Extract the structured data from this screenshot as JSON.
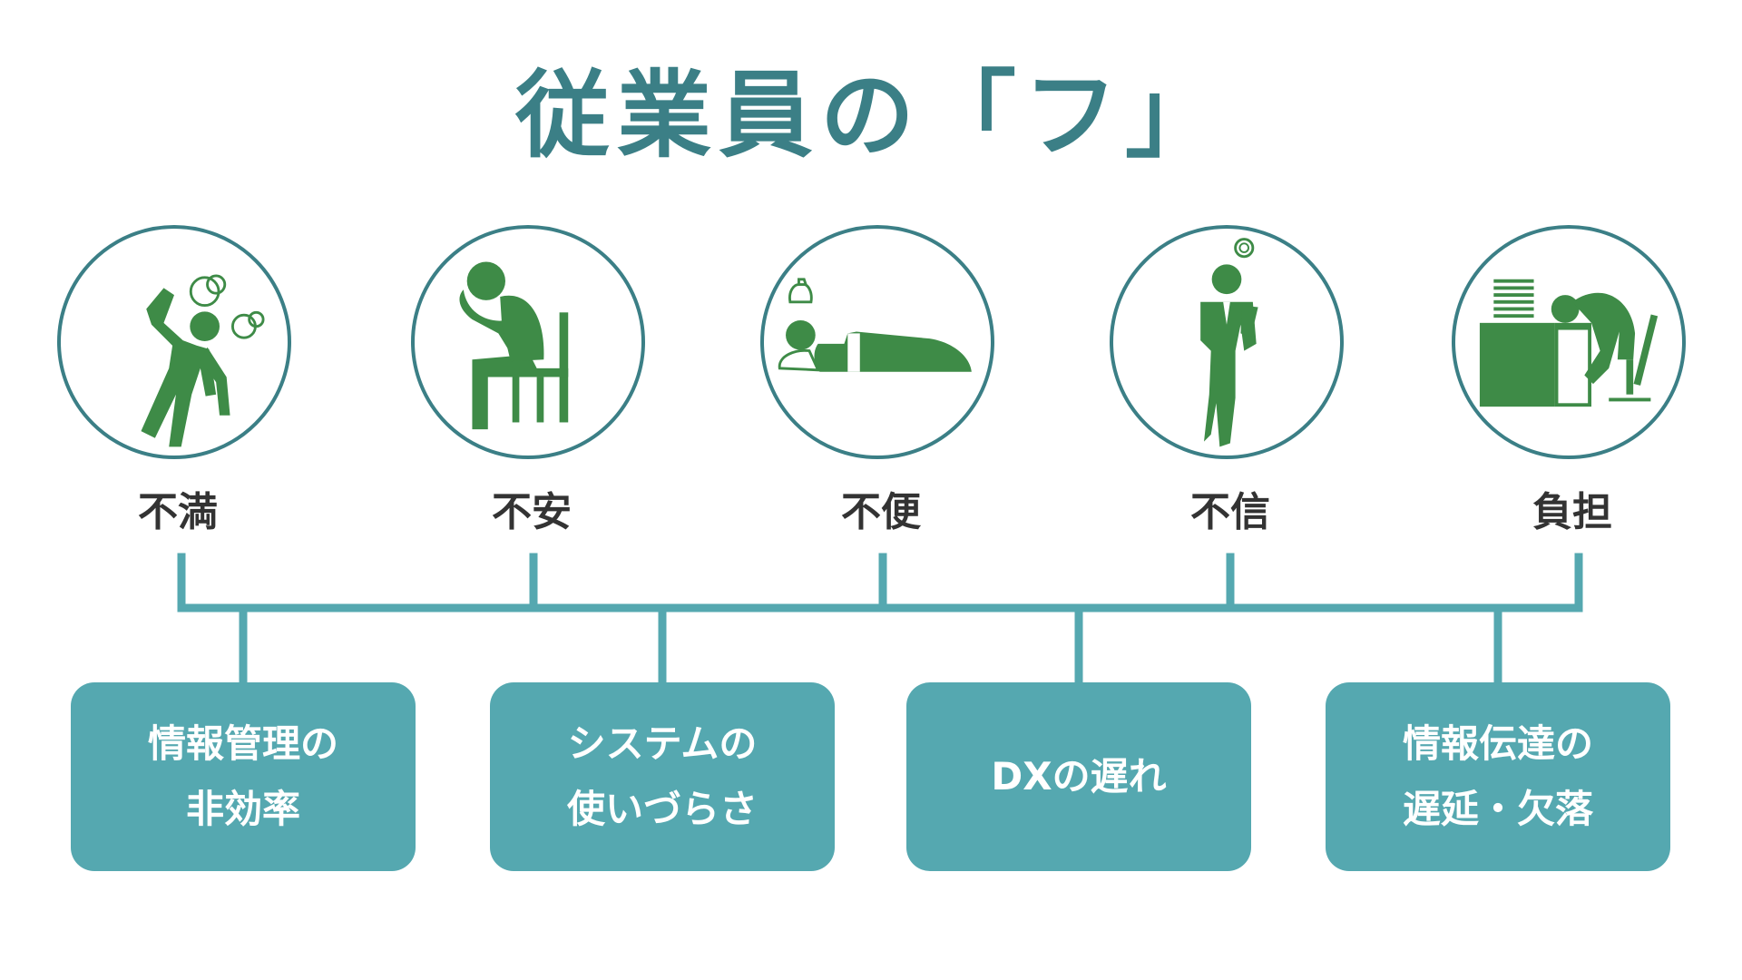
{
  "title": "従業員の「フ」",
  "colors": {
    "accent": "#3b7f86",
    "figure": "#3e8b47",
    "box": "#55a8b0",
    "text": "#333333"
  },
  "categories": [
    {
      "icon": "angry-person-icon",
      "label": "不満"
    },
    {
      "icon": "worried-person-icon",
      "label": "不安"
    },
    {
      "icon": "collapsed-person-icon",
      "label": "不便"
    },
    {
      "icon": "confused-person-icon",
      "label": "不信"
    },
    {
      "icon": "exhausted-worker-icon",
      "label": "負担"
    }
  ],
  "causes": [
    {
      "text": "情報管理の\n非効率"
    },
    {
      "text": "システムの\n使いづらさ"
    },
    {
      "text": "DXの遅れ"
    },
    {
      "text": "情報伝達の\n遅延・欠落"
    }
  ]
}
